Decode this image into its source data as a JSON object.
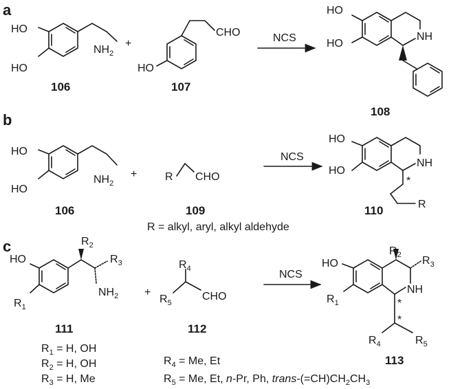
{
  "panels": {
    "a": {
      "label": "a",
      "reagent": "NCS",
      "compounds": [
        "106",
        "107",
        "108"
      ],
      "plus": "+",
      "atoms": {
        "ho": "HO",
        "nh2": "NH",
        "nh2_sub": "2",
        "cho": "CHO",
        "nh": "NH"
      }
    },
    "b": {
      "label": "b",
      "reagent": "NCS",
      "compounds": [
        "106",
        "109",
        "110"
      ],
      "plus": "+",
      "atoms": {
        "ho": "HO",
        "nh2": "NH",
        "nh2_sub": "2",
        "r": "R",
        "cho": "CHO",
        "nh": "NH",
        "star": "*"
      },
      "r_def": "R = alkyl, aryl, alkyl aldehyde"
    },
    "c": {
      "label": "c",
      "reagent": "NCS",
      "compounds": [
        "111",
        "112",
        "113"
      ],
      "plus": "+",
      "atoms": {
        "ho": "HO",
        "r": "R",
        "nh2": "NH",
        "nh2_sub": "2",
        "cho": "CHO",
        "nh": "NH",
        "star": "*",
        "s1": "1",
        "s2": "2",
        "s3": "3",
        "s4": "4",
        "s5": "5"
      },
      "r_defs_left": [
        {
          "sym": "R",
          "sub": "1",
          "rest": " = H, OH"
        },
        {
          "sym": "R",
          "sub": "2",
          "rest": " = H, OH"
        },
        {
          "sym": "R",
          "sub": "3",
          "rest": " = H, Me"
        }
      ],
      "r_def_4": {
        "sym": "R",
        "sub": "4",
        "rest": " = Me, Et"
      },
      "r_def_5": {
        "sym": "R",
        "sub": "5",
        "p1": " = Me, Et, ",
        "npr": "n",
        "p2": "-Pr, Ph, ",
        "trans": "trans",
        "p3": "-(=CH)CH",
        "ch2sub": "2",
        "p4": "CH",
        "ch3sub": "3"
      }
    }
  }
}
